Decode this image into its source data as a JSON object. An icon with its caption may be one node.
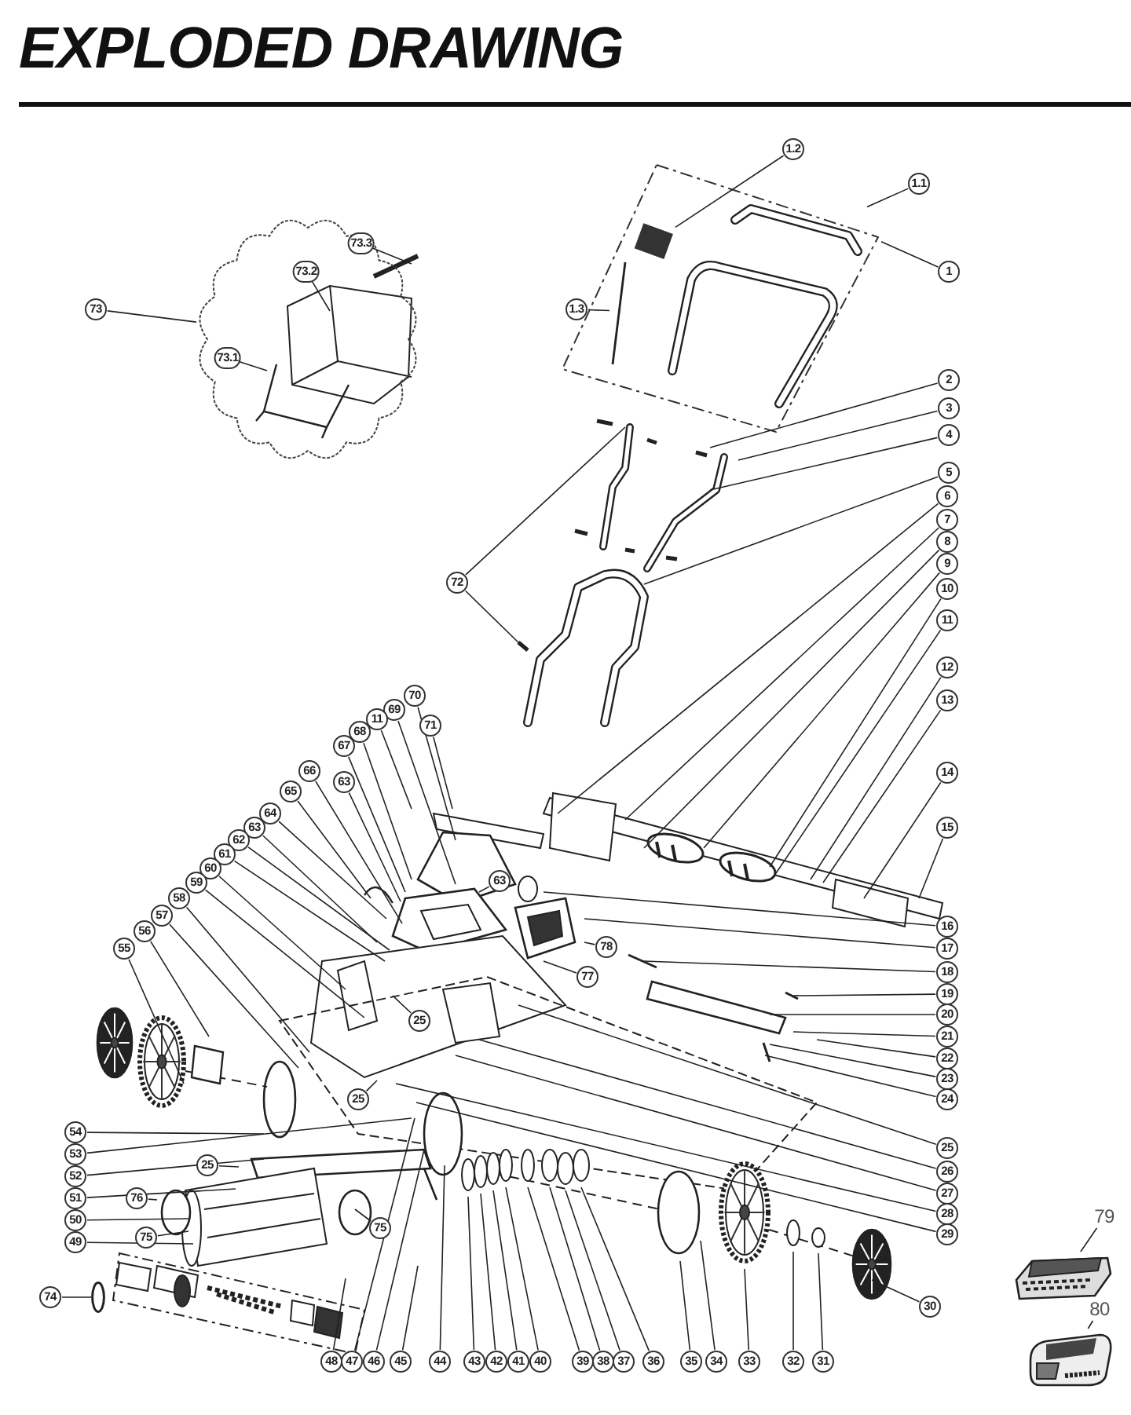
{
  "diagram": {
    "title": "EXPLODED DRAWING",
    "nodes": [
      {
        "text": [],
        "shape": "cloud"
      },
      {
        "text": [
          "73.3"
        ],
        "in": 0
      },
      {
        "text": [
          "73.2"
        ],
        "in": 0
      },
      {
        "text": [
          "73.1"
        ],
        "in": 0
      },
      {
        "text": [
          "73"
        ]
      },
      {
        "text": [],
        "shape": "box"
      },
      {
        "text": [
          "1.2"
        ]
      },
      {
        "text": [
          "1.1"
        ]
      },
      {
        "text": [
          "1.3"
        ]
      },
      {
        "text": [
          "1"
        ]
      },
      {
        "text": [
          "2"
        ]
      },
      {
        "text": [
          "3"
        ]
      },
      {
        "text": [
          "4"
        ]
      },
      {
        "text": [
          "5"
        ]
      },
      {
        "text": [
          "72"
        ]
      },
      {
        "text": [
          "6"
        ]
      },
      {
        "text": [
          "7"
        ]
      },
      {
        "text": [
          "8"
        ]
      },
      {
        "text": [
          "9"
        ]
      },
      {
        "text": [
          "10"
        ]
      },
      {
        "text": [
          "11"
        ]
      },
      {
        "text": [
          "12"
        ]
      },
      {
        "text": [
          "13"
        ]
      },
      {
        "text": [
          "70"
        ]
      },
      {
        "text": [
          "69"
        ]
      },
      {
        "text": [
          "11"
        ]
      },
      {
        "text": [
          "68"
        ]
      },
      {
        "text": [
          "71"
        ]
      },
      {
        "text": [
          "67"
        ]
      },
      {
        "text": [
          "66"
        ]
      },
      {
        "text": [
          "63"
        ]
      },
      {
        "text": [
          "65"
        ]
      },
      {
        "text": [
          "14"
        ]
      },
      {
        "text": [
          "64"
        ]
      },
      {
        "text": [
          "63"
        ]
      },
      {
        "text": [
          "62"
        ]
      },
      {
        "text": [
          "61"
        ]
      },
      {
        "text": [
          "60"
        ]
      },
      {
        "text": [
          "15"
        ]
      },
      {
        "text": [
          "59"
        ]
      },
      {
        "text": [
          "63"
        ]
      },
      {
        "text": [
          "58"
        ]
      },
      {
        "text": [
          "57"
        ]
      },
      {
        "text": [
          "16"
        ]
      },
      {
        "text": [
          "17"
        ]
      },
      {
        "text": [
          "78"
        ]
      },
      {
        "text": [
          "56"
        ]
      },
      {
        "text": [
          "55"
        ]
      },
      {
        "text": [
          "77"
        ]
      },
      {
        "text": [
          "18"
        ]
      },
      {
        "text": [
          "19"
        ]
      },
      {
        "text": [
          "20"
        ]
      },
      {
        "text": [
          "21"
        ]
      },
      {
        "text": [
          "22"
        ]
      },
      {
        "text": [
          "23"
        ]
      },
      {
        "text": [
          "24"
        ]
      },
      {
        "text": [
          "25"
        ]
      },
      {
        "text": [
          "25"
        ]
      },
      {
        "text": [
          "54"
        ]
      },
      {
        "text": [
          "53"
        ]
      },
      {
        "text": [
          "25"
        ]
      },
      {
        "text": [
          "26"
        ]
      },
      {
        "text": [
          "27"
        ]
      },
      {
        "text": [
          "25"
        ]
      },
      {
        "text": [
          "52"
        ]
      },
      {
        "text": [
          "28"
        ]
      },
      {
        "text": [
          "29"
        ]
      },
      {
        "text": [
          "51"
        ]
      },
      {
        "text": [
          "76"
        ]
      },
      {
        "text": [
          "50"
        ]
      },
      {
        "text": [
          "75"
        ]
      },
      {
        "text": [
          "75"
        ]
      },
      {
        "text": [
          "49"
        ]
      },
      {
        "text": [
          "74"
        ]
      },
      {
        "text": [
          "79"
        ]
      },
      {
        "text": [],
        "shape": "picture"
      },
      {
        "text": [
          "80"
        ]
      },
      {
        "text": [],
        "shape": "picture"
      },
      {
        "text": [
          "30"
        ]
      },
      {
        "text": [
          "48"
        ]
      },
      {
        "text": [
          "47"
        ]
      },
      {
        "text": [
          "46"
        ]
      },
      {
        "text": [
          "45"
        ]
      },
      {
        "text": [
          "44"
        ]
      },
      {
        "text": [
          "43"
        ]
      },
      {
        "text": [
          "42"
        ]
      },
      {
        "text": [
          "41"
        ]
      },
      {
        "text": [
          "40"
        ]
      },
      {
        "text": [
          "39"
        ]
      },
      {
        "text": [
          "38"
        ]
      },
      {
        "text": [
          "37"
        ]
      },
      {
        "text": [
          "36"
        ]
      },
      {
        "text": [
          "35"
        ]
      },
      {
        "text": [
          "34"
        ]
      },
      {
        "text": [
          "33"
        ]
      },
      {
        "text": [
          "32"
        ]
      },
      {
        "text": [
          "31"
        ]
      },
      {
        "text": [],
        "shape": "bar",
        "in": 5
      },
      {
        "text": [],
        "shape": "box",
        "in": 5
      },
      {
        "text": [],
        "shape": "picture",
        "in": 5
      },
      {
        "text": [],
        "shape": "circle"
      }
    ],
    "edges": [
      {
        "from": 1,
        "to": null,
        "arrow": "none"
      },
      {
        "from": 2,
        "to": null,
        "arrow": "none"
      },
      {
        "from": 3,
        "to": null,
        "arrow": "none"
      },
      {
        "from": 4,
        "to": 0,
        "arrow": "none"
      },
      {
        "from": 6,
        "to": 98,
        "arrow": "none"
      },
      {
        "from": 7,
        "to": 97,
        "arrow": "none"
      },
      {
        "from": 8,
        "to": 99,
        "arrow": "none"
      },
      {
        "from": 9,
        "to": 5,
        "arrow": "none"
      },
      {
        "from": 10,
        "to": null,
        "arrow": "none"
      },
      {
        "from": 11,
        "to": null,
        "arrow": "none"
      },
      {
        "from": 12,
        "to": null,
        "arrow": "none"
      },
      {
        "from": 13,
        "to": null,
        "arrow": "none"
      },
      {
        "from": 14,
        "to": null,
        "arrow": "none"
      },
      {
        "from": 14,
        "to": null,
        "arrow": "none"
      },
      {
        "from": 15,
        "to": null,
        "arrow": "none"
      },
      {
        "from": 16,
        "to": null,
        "arrow": "none"
      },
      {
        "from": 17,
        "to": null,
        "arrow": "none"
      },
      {
        "from": 18,
        "to": null,
        "arrow": "none"
      },
      {
        "from": 19,
        "to": null,
        "arrow": "none"
      },
      {
        "from": 20,
        "to": null,
        "arrow": "none"
      },
      {
        "from": 21,
        "to": null,
        "arrow": "none"
      },
      {
        "from": 22,
        "to": null,
        "arrow": "none"
      },
      {
        "from": 23,
        "to": null,
        "arrow": "none"
      },
      {
        "from": 24,
        "to": null,
        "arrow": "none"
      },
      {
        "from": 25,
        "to": null,
        "arrow": "none"
      },
      {
        "from": 26,
        "to": null,
        "arrow": "none"
      },
      {
        "from": 27,
        "to": null,
        "arrow": "none"
      },
      {
        "from": 28,
        "to": null,
        "arrow": "none"
      },
      {
        "from": 29,
        "to": null,
        "arrow": "none"
      },
      {
        "from": 30,
        "to": null,
        "arrow": "none"
      },
      {
        "from": 31,
        "to": null,
        "arrow": "none"
      },
      {
        "from": 32,
        "to": null,
        "arrow": "none"
      },
      {
        "from": 33,
        "to": null,
        "arrow": "none"
      },
      {
        "from": 34,
        "to": null,
        "arrow": "none"
      },
      {
        "from": 35,
        "to": null,
        "arrow": "none"
      },
      {
        "from": 36,
        "to": null,
        "arrow": "none"
      },
      {
        "from": 37,
        "to": null,
        "arrow": "none"
      },
      {
        "from": 38,
        "to": null,
        "arrow": "none"
      },
      {
        "from": 39,
        "to": null,
        "arrow": "none"
      },
      {
        "from": 40,
        "to": null,
        "arrow": "none"
      },
      {
        "from": 41,
        "to": null,
        "arrow": "none"
      },
      {
        "from": 42,
        "to": null,
        "arrow": "none"
      },
      {
        "from": 43,
        "to": null,
        "arrow": "none"
      },
      {
        "from": 44,
        "to": null,
        "arrow": "none"
      },
      {
        "from": 45,
        "to": null,
        "arrow": "none"
      },
      {
        "from": 46,
        "to": null,
        "arrow": "none"
      },
      {
        "from": 47,
        "to": null,
        "arrow": "none"
      },
      {
        "from": 48,
        "to": null,
        "arrow": "none"
      },
      {
        "from": 49,
        "to": null,
        "arrow": "none"
      },
      {
        "from": 50,
        "to": null,
        "arrow": "none"
      },
      {
        "from": 51,
        "to": null,
        "arrow": "none"
      },
      {
        "from": 52,
        "to": null,
        "arrow": "none"
      },
      {
        "from": 53,
        "to": null,
        "arrow": "none"
      },
      {
        "from": 54,
        "to": null,
        "arrow": "none"
      },
      {
        "from": 55,
        "to": null,
        "arrow": "none"
      },
      {
        "from": 56,
        "to": null,
        "arrow": "none"
      },
      {
        "from": 57,
        "to": null,
        "arrow": "none"
      },
      {
        "from": 58,
        "to": null,
        "arrow": "none"
      },
      {
        "from": 59,
        "to": null,
        "arrow": "none"
      },
      {
        "from": 60,
        "to": null,
        "arrow": "none"
      },
      {
        "from": 61,
        "to": null,
        "arrow": "none"
      },
      {
        "from": 62,
        "to": null,
        "arrow": "none"
      },
      {
        "from": 63,
        "to": null,
        "arrow": "none"
      },
      {
        "from": 64,
        "to": null,
        "arrow": "none"
      },
      {
        "from": 65,
        "to": null,
        "arrow": "none"
      },
      {
        "from": 66,
        "to": null,
        "arrow": "none"
      },
      {
        "from": 67,
        "to": null,
        "arrow": "none"
      },
      {
        "from": 68,
        "to": null,
        "arrow": "none"
      },
      {
        "from": 69,
        "to": null,
        "arrow": "none"
      },
      {
        "from": 70,
        "to": null,
        "arrow": "none"
      },
      {
        "from": 71,
        "to": null,
        "arrow": "none"
      },
      {
        "from": 72,
        "to": null,
        "arrow": "none"
      },
      {
        "from": 73,
        "to": 100,
        "arrow": "none"
      },
      {
        "from": 74,
        "to": 75,
        "arrow": "none"
      },
      {
        "from": 76,
        "to": 77,
        "arrow": "none"
      },
      {
        "from": 78,
        "to": null,
        "arrow": "none"
      },
      {
        "from": 79,
        "to": null,
        "arrow": "none"
      },
      {
        "from": 80,
        "to": null,
        "arrow": "none"
      },
      {
        "from": 81,
        "to": null,
        "arrow": "none"
      },
      {
        "from": 82,
        "to": null,
        "arrow": "none"
      },
      {
        "from": 83,
        "to": null,
        "arrow": "none"
      },
      {
        "from": 84,
        "to": null,
        "arrow": "none"
      },
      {
        "from": 85,
        "to": null,
        "arrow": "none"
      },
      {
        "from": 86,
        "to": null,
        "arrow": "none"
      },
      {
        "from": 87,
        "to": null,
        "arrow": "none"
      },
      {
        "from": 88,
        "to": null,
        "arrow": "none"
      },
      {
        "from": 89,
        "to": null,
        "arrow": "none"
      },
      {
        "from": 90,
        "to": null,
        "arrow": "none"
      },
      {
        "from": 91,
        "to": null,
        "arrow": "none"
      },
      {
        "from": 92,
        "to": null,
        "arrow": "none"
      },
      {
        "from": 93,
        "to": null,
        "arrow": "none"
      },
      {
        "from": 94,
        "to": null,
        "arrow": "none"
      },
      {
        "from": 95,
        "to": null,
        "arrow": "none"
      },
      {
        "from": 96,
        "to": null,
        "arrow": "none"
      }
    ]
  }
}
